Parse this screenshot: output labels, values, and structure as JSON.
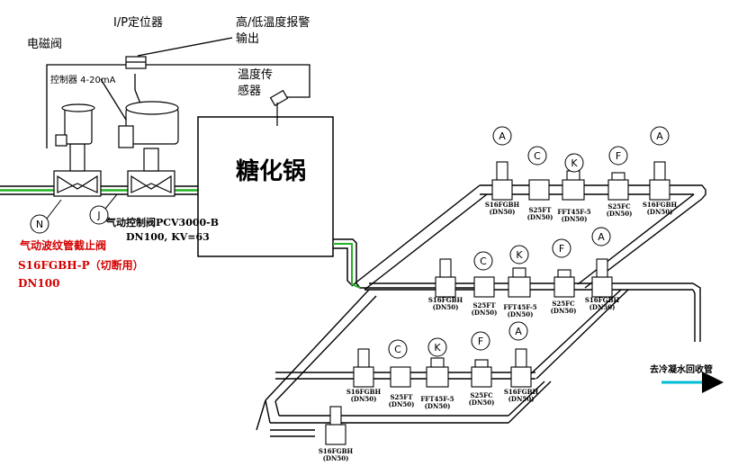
{
  "labels": {
    "ip_positioner": "I/P定位器",
    "alarm_line1": "高/低温度报警",
    "alarm_line2": "输出",
    "solenoid_valve": "电磁阀",
    "controller": "控制器 4-20mA",
    "temp_sensor_line1": "温度传",
    "temp_sensor_line2": "感器",
    "tank": "糖化锅",
    "control_valve_model": "气动控制阀PCV3000-B",
    "control_valve_spec": "DN100, KV=63",
    "shutoff_valve_name": "气动波纹管截止阀",
    "shutoff_valve_model": "S16FGBH-P（切断用）",
    "shutoff_valve_size": "DN100",
    "return_label": "去冷凝水回收管"
  },
  "tags": {
    "N": "N",
    "J": "J",
    "A": "A",
    "C": "C",
    "K": "K",
    "F": "F"
  },
  "valves": {
    "globe": "S16FGBH",
    "strainer": "S25FT",
    "trap": "FFT45F-5",
    "check": "S25FC",
    "dn": "(DN50)",
    "dn_check": "(DN50)"
  }
}
